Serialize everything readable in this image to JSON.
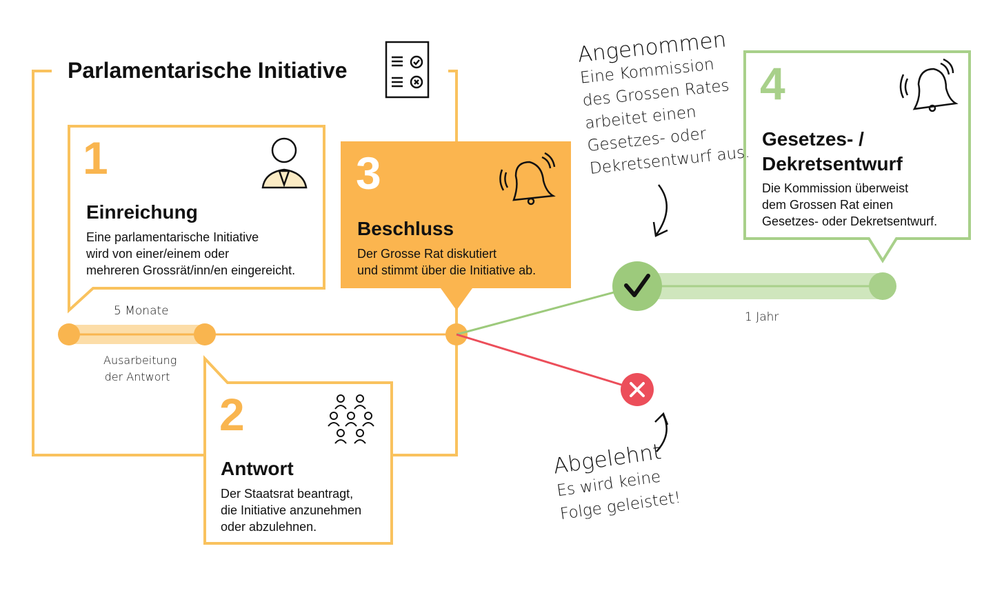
{
  "title": "Parlamentarische Initiative",
  "colors": {
    "orange": "#F9B54F",
    "orange_light": "#FCDDA8",
    "green": "#9DCA7C",
    "green_light": "#CFE6BD",
    "red": "#EC4E5A"
  },
  "steps": [
    {
      "number": "1",
      "heading": "Einreichung",
      "lines": [
        "Eine parlamentarische Initiative",
        "wird von einer/einem oder",
        "mehreren Grossrät/inn/en eingereicht."
      ],
      "icon": "person-icon"
    },
    {
      "number": "2",
      "heading": "Antwort",
      "lines": [
        "Der Staatsrat beantragt,",
        "die Initiative anzunehmen",
        "oder abzulehnen."
      ],
      "icon": "group-icon"
    },
    {
      "number": "3",
      "heading": "Beschluss",
      "lines": [
        "Der Grosse Rat diskutiert",
        "und stimmt über die Initiative ab."
      ],
      "icon": "bell-icon"
    },
    {
      "number": "4",
      "heading_lines": [
        "Gesetzes- /",
        "Dekretsentwurf"
      ],
      "lines": [
        "Die Kommission überweist",
        "dem Grossen Rat einen",
        "Gesetzes- oder Dekretsentwurf."
      ],
      "icon": "bell-icon"
    }
  ],
  "timeline": {
    "duration_1": "5 Monate",
    "phase_label": [
      "Ausarbeitung",
      "der Antwort"
    ],
    "duration_2": "1 Jahr"
  },
  "accepted": {
    "title": "Angenommen",
    "lines": [
      "Eine Kommission",
      "des Grossen Rates",
      "arbeitet einen",
      "Gesetzes- oder",
      "Dekretsentwurf aus."
    ]
  },
  "rejected": {
    "title": "Abgelehnt",
    "lines": [
      "Es wird keine",
      "Folge geleistet!"
    ]
  }
}
